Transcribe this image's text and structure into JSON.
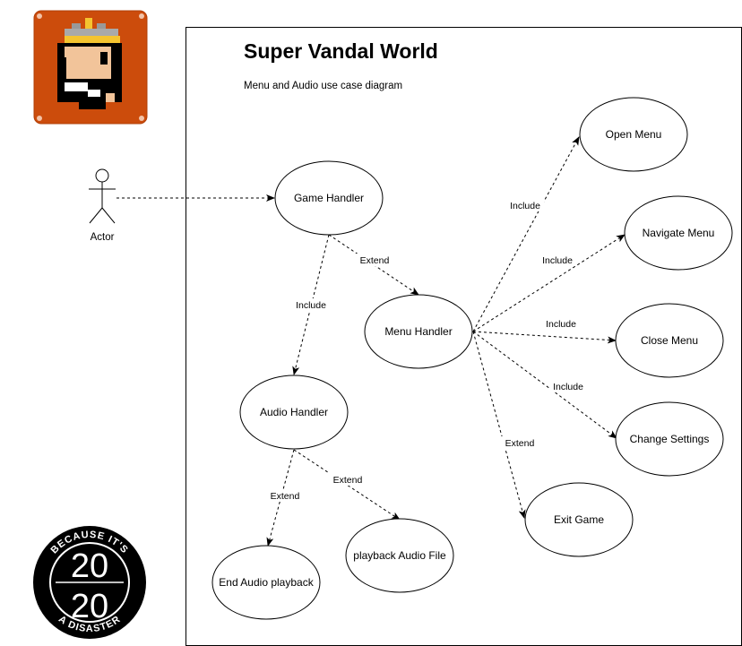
{
  "title": "Super Vandal World",
  "subtitle": "Menu and Audio use case diagram",
  "actor": {
    "label": "Actor"
  },
  "use_cases": {
    "game_handler": "Game Handler",
    "menu_handler": "Menu Handler",
    "audio_handler": "Audio Handler",
    "open_menu": "Open Menu",
    "navigate_menu": "Navigate Menu",
    "close_menu": "Close Menu",
    "change_settings": "Change Settings",
    "exit_game": "Exit Game",
    "playback_audio_file": "playback Audio File",
    "end_audio_playback": "End Audio playback"
  },
  "relations": {
    "game_to_menu": "Extend",
    "game_to_audio": "Include",
    "menu_to_open": "Include",
    "menu_to_navigate": "Include",
    "menu_to_close": "Include",
    "menu_to_settings": "Include",
    "menu_to_exit": "Extend",
    "audio_to_playback": "Extend",
    "audio_to_end": "Extend"
  },
  "logos": {
    "game_logo_icon": "pixel-king-face-icon",
    "badge_text_top": "BECAUSE IT'S",
    "badge_text_number_top": "20",
    "badge_text_number_bottom": "20",
    "badge_text_bottom": "A DISASTER"
  },
  "colors": {
    "logo_background": "#cc4c0c",
    "badge_background": "#000000",
    "line": "#000000"
  }
}
